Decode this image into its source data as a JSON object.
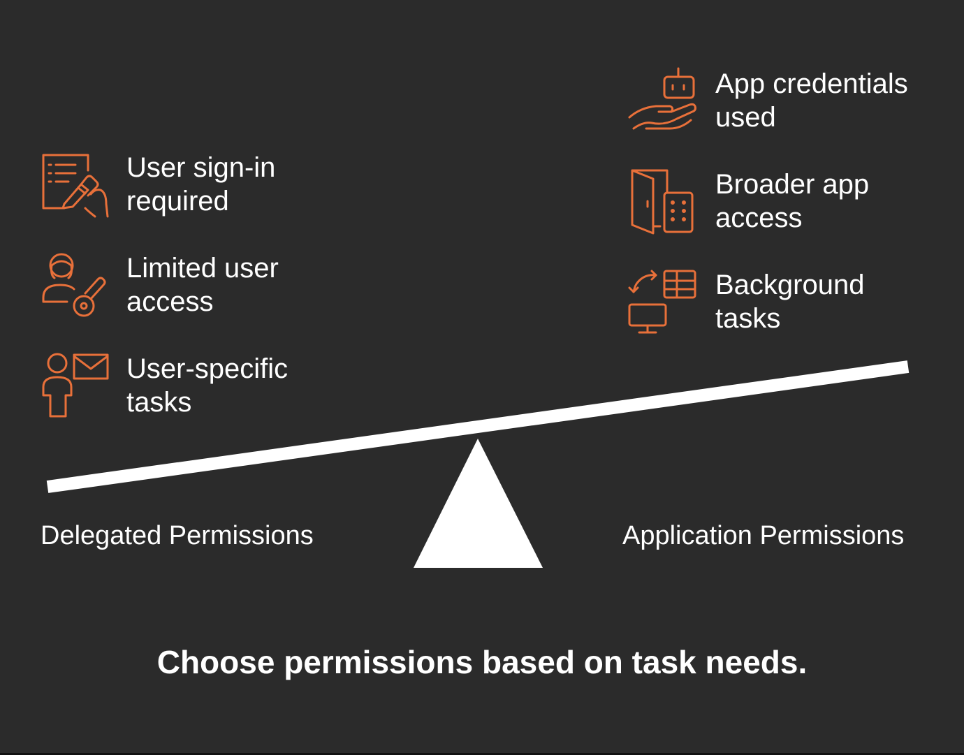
{
  "colors": {
    "background": "#2b2b2b",
    "accent": "#e8703a",
    "text": "#ffffff"
  },
  "delegated": {
    "title": "Delegated Permissions",
    "items": [
      {
        "icon": "signing-document-icon",
        "line1": "User sign-in",
        "line2": "required"
      },
      {
        "icon": "user-key-icon",
        "line1": "Limited user",
        "line2": "access"
      },
      {
        "icon": "user-mail-icon",
        "line1": "User-specific",
        "line2": "tasks"
      }
    ]
  },
  "application": {
    "title": "Application Permissions",
    "items": [
      {
        "icon": "robot-hand-icon",
        "line1": "App credentials",
        "line2": "used"
      },
      {
        "icon": "door-keypad-icon",
        "line1": "Broader app",
        "line2": "access"
      },
      {
        "icon": "monitor-sync-icon",
        "line1": "Background",
        "line2": "tasks"
      }
    ]
  },
  "footer": "Choose permissions based on task needs."
}
